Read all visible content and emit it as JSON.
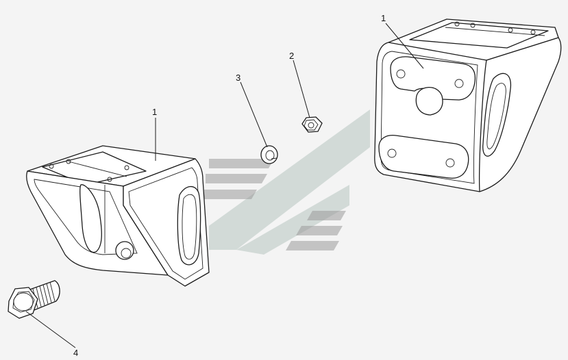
{
  "diagram": {
    "callouts": [
      {
        "id": "bracket-left",
        "label": "1"
      },
      {
        "id": "bracket-right",
        "label": "1"
      },
      {
        "id": "nut",
        "label": "2"
      },
      {
        "id": "washer",
        "label": "3"
      },
      {
        "id": "bolt",
        "label": "4"
      }
    ]
  }
}
